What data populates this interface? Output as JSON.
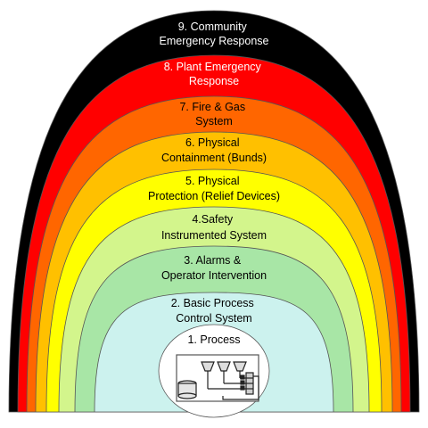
{
  "diagram": {
    "layers": [
      {
        "line1": "1. Process",
        "line2": "",
        "color": "#ffffff",
        "text_color": "#000000"
      },
      {
        "line1": "2. Basic Process",
        "line2": "Control System",
        "color": "#ccf2ee",
        "text_color": "#000000"
      },
      {
        "line1": "3. Alarms &",
        "line2": "Operator Intervention",
        "color": "#a8e6a6",
        "text_color": "#000000"
      },
      {
        "line1": "4.Safety",
        "line2": "Instrumented System",
        "color": "#d3f58c",
        "text_color": "#000000"
      },
      {
        "line1": "5. Physical",
        "line2": "Protection (Relief Devices)",
        "color": "#ffff00",
        "text_color": "#000000"
      },
      {
        "line1": "6. Physical",
        "line2": "Containment (Bunds)",
        "color": "#ffc000",
        "text_color": "#000000"
      },
      {
        "line1": "7. Fire & Gas",
        "line2": "System",
        "color": "#ff6600",
        "text_color": "#000000"
      },
      {
        "line1": "8. Plant Emergency",
        "line2": "Response",
        "color": "#ff0000",
        "text_color": "#ffffff"
      },
      {
        "line1": "9. Community",
        "line2": "Emergency Response",
        "color": "#000000",
        "text_color": "#ffffff"
      }
    ],
    "process_icon": "process-equipment-icon"
  }
}
